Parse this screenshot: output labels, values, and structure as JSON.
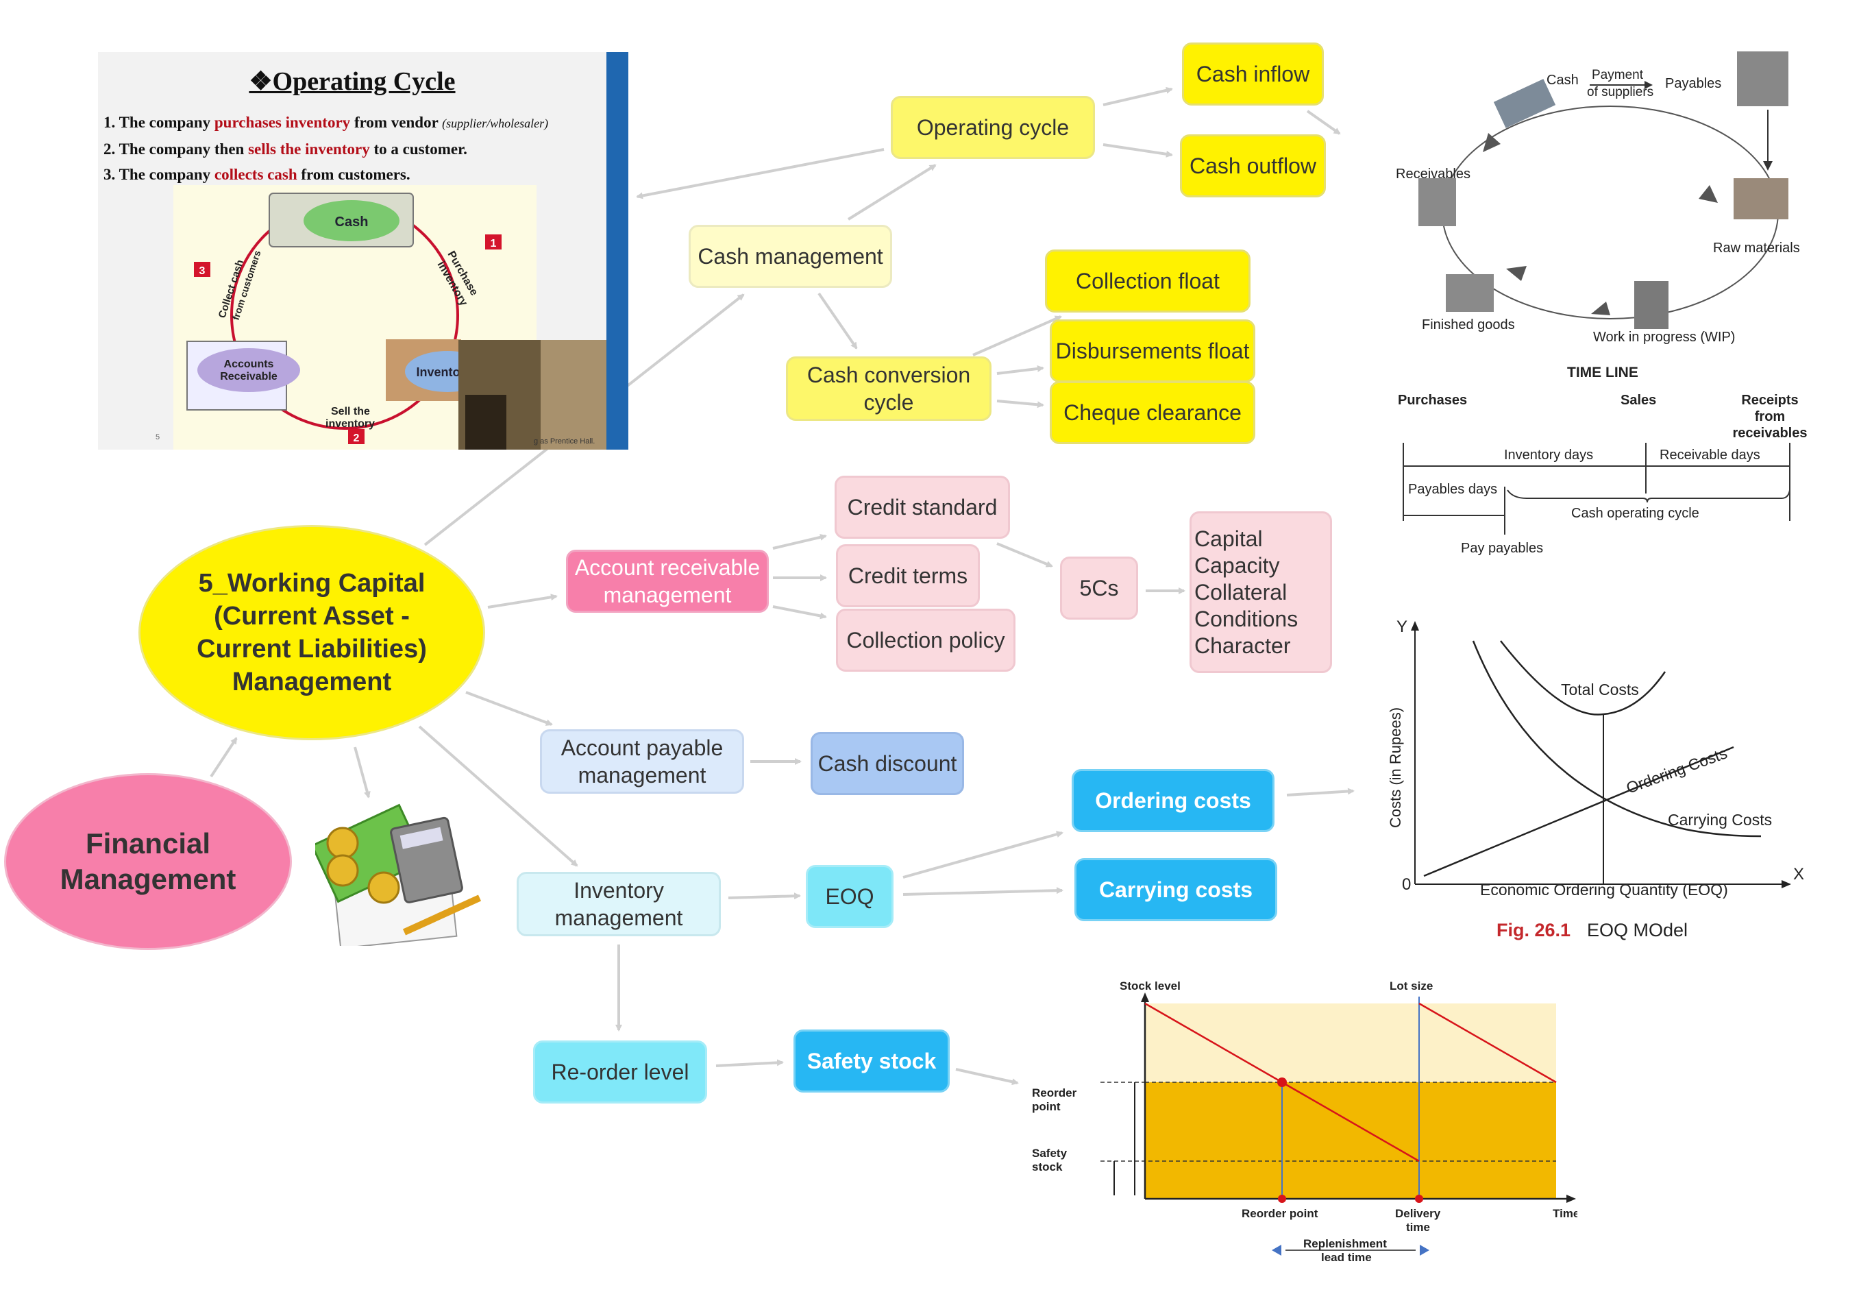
{
  "colors": {
    "arrow": "#cfcfcf",
    "central": "#fff200",
    "root": "#f77faa"
  },
  "nodes": {
    "root": "Financial\nManagement",
    "central": "5_Working Capital\n(Current Asset -\nCurrent Liabilities)\nManagement",
    "cash_management": "Cash management",
    "operating_cycle": "Operating cycle",
    "cash_inflow": "Cash inflow",
    "cash_outflow": "Cash outflow",
    "cash_conversion_cycle": "Cash conversion\ncycle",
    "collection_float": "Collection float",
    "disbursements_float": "Disbursements float",
    "cheque_clearance": "Cheque clearance",
    "ar_management": "Account receivable\nmanagement",
    "credit_standard": "Credit standard",
    "credit_terms": "Credit terms",
    "collection_policy": "Collection policy",
    "five_cs": "5Cs",
    "five_cs_list": "Capital\nCapacity\nCollateral\nConditions\nCharacter",
    "ap_management": "Account payable\nmanagement",
    "cash_discount": "Cash discount",
    "inventory_management": "Inventory\nmanagement",
    "eoq": "EOQ",
    "ordering_costs": "Ordering costs",
    "carrying_costs": "Carrying costs",
    "reorder_level": "Re-order level",
    "safety_stock": "Safety stock"
  },
  "slide": {
    "title": "❖Operating Cycle",
    "lines": [
      {
        "num": "1.",
        "pre": "The company ",
        "hl": "purchases inventory",
        "post": " from vendor ",
        "note": "(supplier/wholesaler)"
      },
      {
        "num": "2.",
        "pre": "The company then ",
        "hl": "sells the inventory",
        "post": " to a customer.",
        "note": ""
      },
      {
        "num": "3.",
        "pre": "The company ",
        "hl": "collects cash",
        "post": " from customers.",
        "note": ""
      }
    ],
    "cycle_labels": {
      "cash": "Cash",
      "purchase": "Purchase\ninventory",
      "inventory": "Inventory",
      "sell": "Sell the\ninventory",
      "accounts_receivable": "Accounts\nReceivable",
      "collect": "Collect cash\nfrom customers",
      "step1": "1",
      "step2": "2",
      "step3": "3"
    },
    "page_number": "5",
    "footer": "g as Prentice Hall."
  },
  "cycle_figure": {
    "labels": {
      "cash": "Cash",
      "payment": "Payment\nof suppliers",
      "payables": "Payables",
      "receivables": "Receivables",
      "raw_materials": "Raw materials",
      "finished_goods": "Finished goods",
      "wip": "Work in progress (WIP)"
    },
    "timeline": {
      "title": "TIME LINE",
      "purchases": "Purchases",
      "sales": "Sales",
      "receipts": "Receipts\nfrom\nreceivables",
      "inventory_days": "Inventory days",
      "receivable_days": "Receivable days",
      "payables_days": "Payables days",
      "cash_operating_cycle": "Cash operating cycle",
      "pay_payables": "Pay payables"
    }
  },
  "eoq_figure": {
    "y_axis": "Y",
    "x_axis": "X",
    "origin": "0",
    "ylabel": "Costs (in Rupees)",
    "xlabel": "Economic Ordering Quantity (EOQ)",
    "total_costs": "Total Costs",
    "ordering_costs": "Ordering Costs",
    "carrying_costs": "Carrying Costs",
    "caption_num": "Fig. 26.1",
    "caption_text": "EOQ MOdel"
  },
  "stock_figure": {
    "stock_level": "Stock level",
    "lot_size": "Lot size",
    "reorder_point_left": "Reorder\npoint",
    "safety_stock": "Safety\nstock",
    "reorder_point": "Reorder point",
    "delivery_time": "Delivery\ntime",
    "time": "Time",
    "lead_time": "Replenishment\nlead time"
  }
}
